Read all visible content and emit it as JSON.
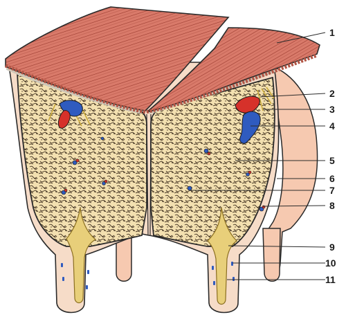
{
  "figure": {
    "labels": [
      "1",
      "2",
      "3",
      "4",
      "5",
      "6",
      "7",
      "8",
      "9",
      "10",
      "11"
    ]
  },
  "colors": {
    "muscle": "#d97a6a",
    "muscle_stripe": "#9a3a2e",
    "fat_lobules": "#f3e0b0",
    "fat_septa": "#3a2a1a",
    "skin": "#f6c9b0",
    "artery": "#d6312a",
    "vein": "#2f5bbf",
    "duct": "#e8cf7a",
    "outline": "#2a2a2a"
  }
}
